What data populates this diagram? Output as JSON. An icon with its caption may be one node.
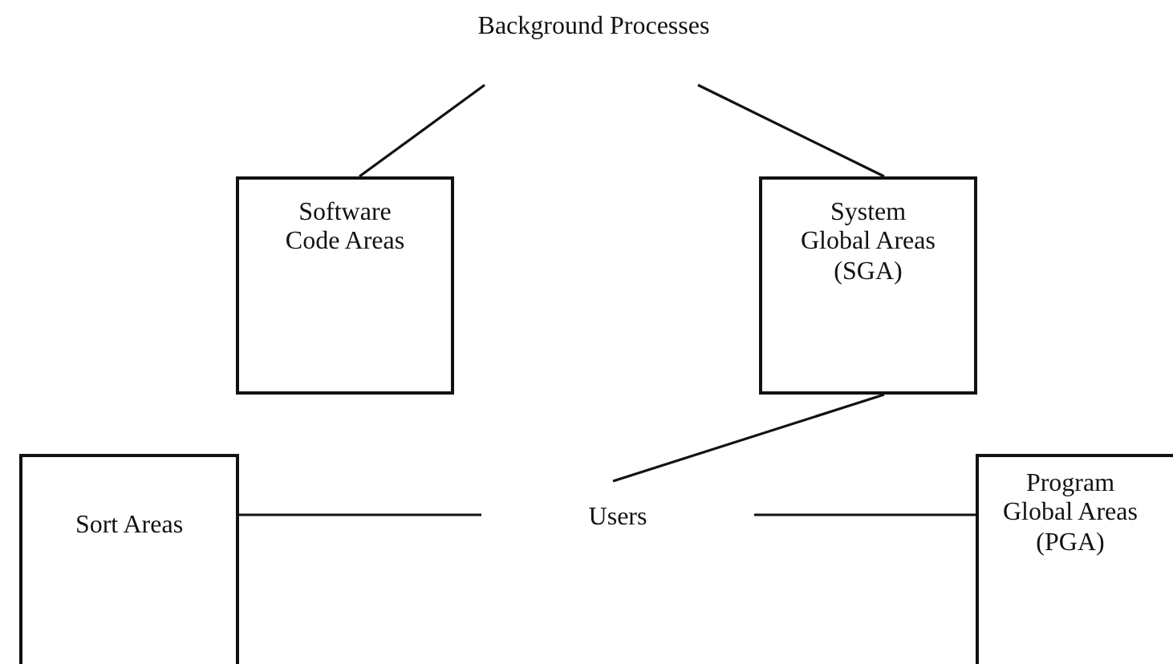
{
  "diagram": {
    "nodes": [
      {
        "text": [
          "Background Processes"
        ]
      },
      {
        "text": [
          "Software Code Areas"
        ]
      },
      {
        "text": [
          "System Global Areas (SGA)"
        ]
      },
      {
        "text": [
          "Sort Areas"
        ]
      },
      {
        "text": [
          "Users"
        ]
      },
      {
        "text": [
          "Program Global Areas (PGA)"
        ]
      }
    ],
    "edges": [
      {
        "from": 0,
        "to": 1,
        "arrow": "none"
      },
      {
        "from": 0,
        "to": 2,
        "arrow": "none"
      },
      {
        "from": 2,
        "to": 4,
        "arrow": "none"
      },
      {
        "from": 3,
        "to": 4,
        "arrow": "none"
      },
      {
        "from": 4,
        "to": 5,
        "arrow": "none"
      }
    ]
  }
}
